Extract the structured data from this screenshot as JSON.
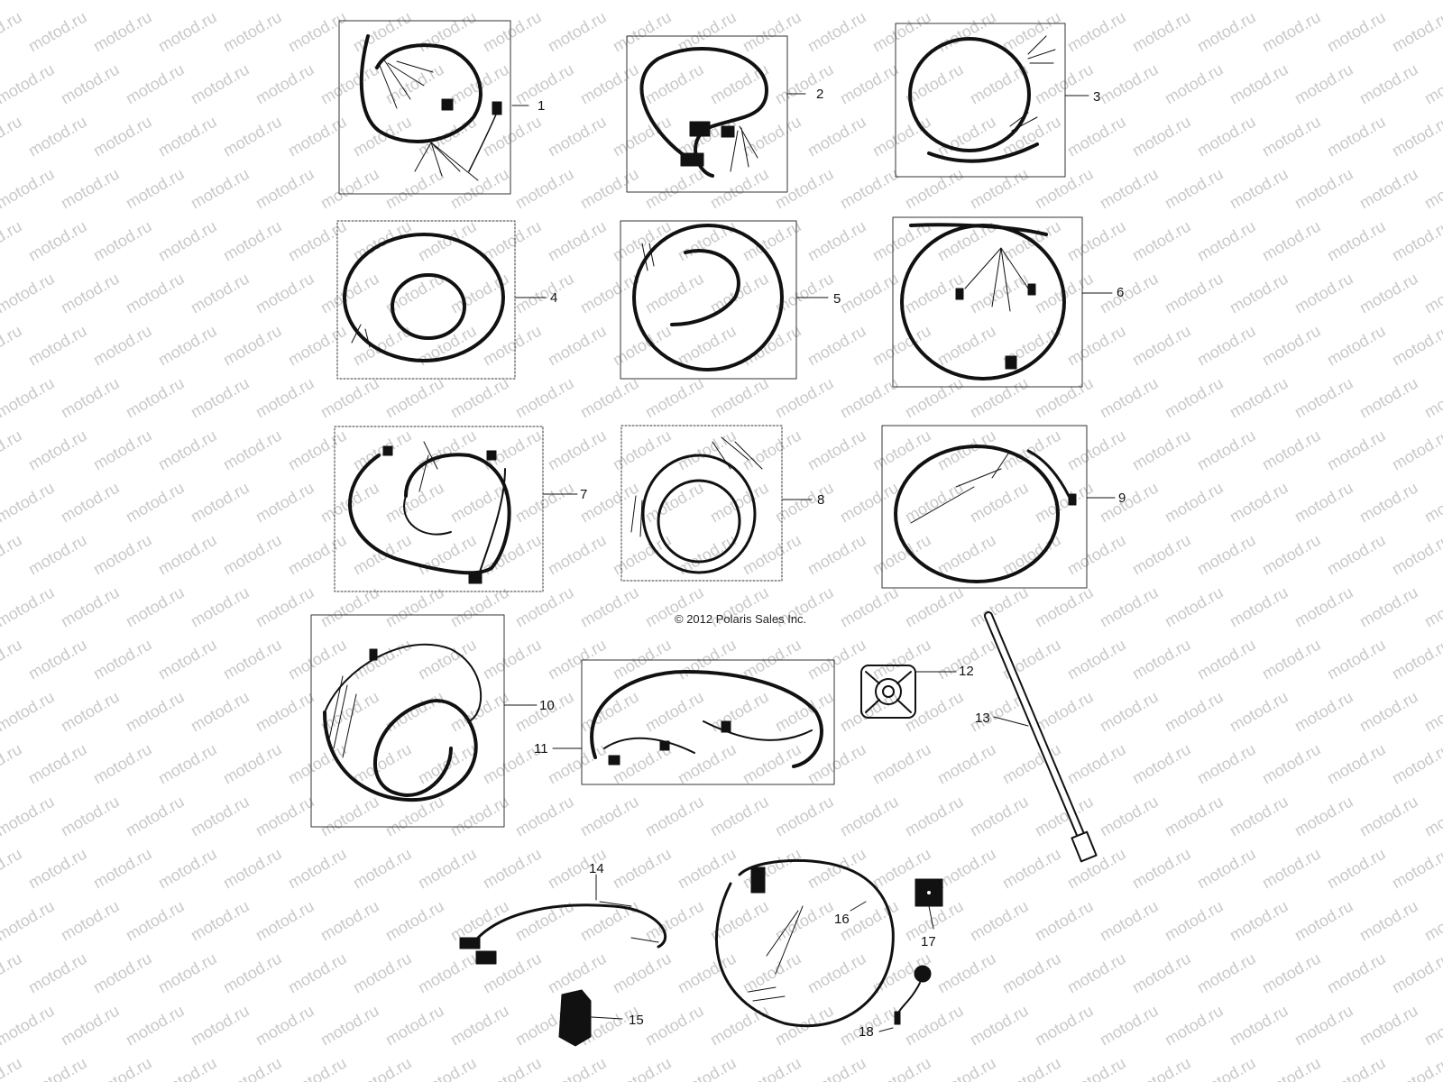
{
  "watermark": {
    "text": "motod.ru",
    "color": "#c9c9c9"
  },
  "copyright": "© 2012 Polaris Sales Inc.",
  "callouts": [
    "1",
    "2",
    "3",
    "4",
    "5",
    "6",
    "7",
    "8",
    "9",
    "10",
    "11",
    "12",
    "13",
    "14",
    "15",
    "16",
    "17",
    "18"
  ]
}
